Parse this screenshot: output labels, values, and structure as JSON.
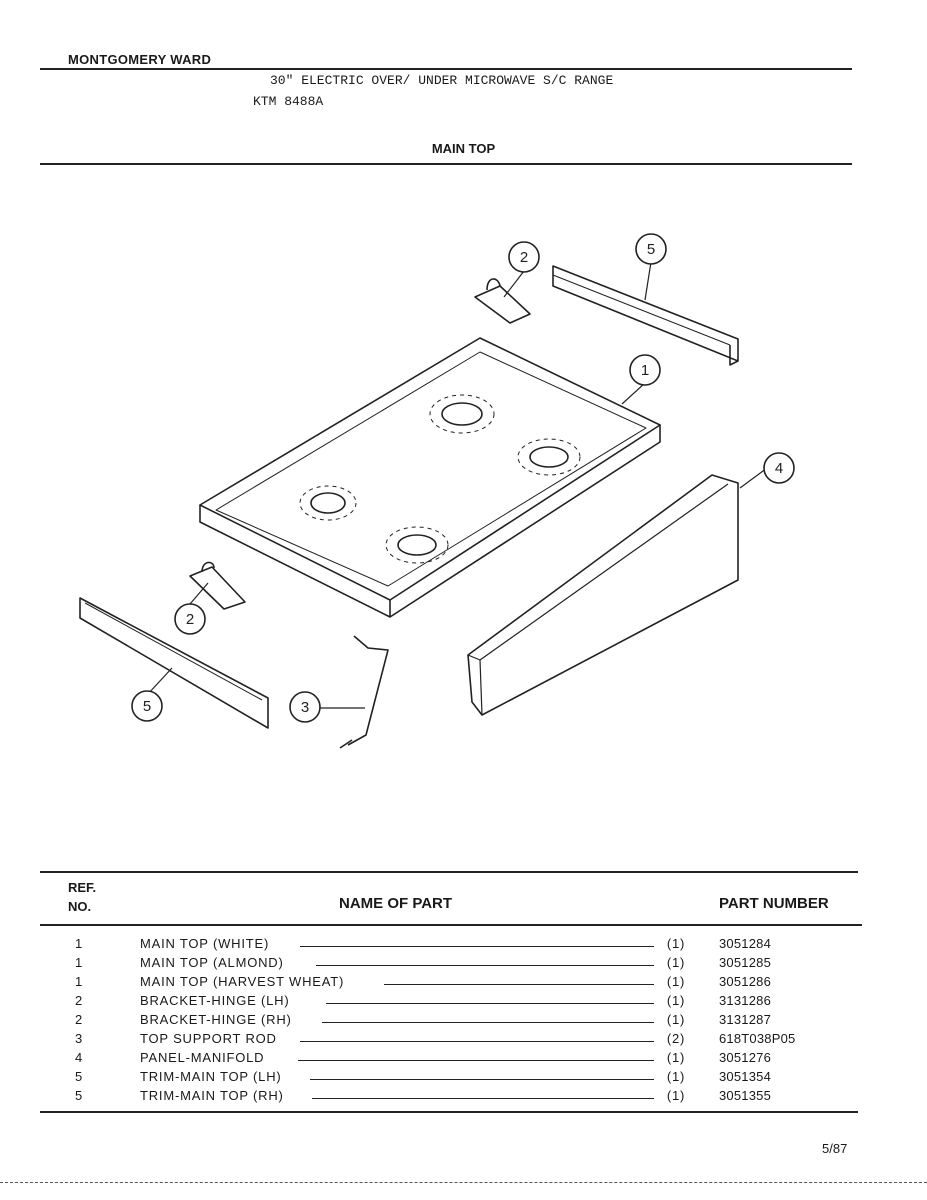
{
  "header": {
    "brand": "MONTGOMERY WARD",
    "model_title": "30\" ELECTRIC OVER/ UNDER MICROWAVE S/C RANGE",
    "model_number": "KTM 8488A",
    "section": "MAIN TOP"
  },
  "diagram": {
    "callouts": [
      "1",
      "2",
      "2",
      "3",
      "4",
      "5",
      "5"
    ]
  },
  "table": {
    "ref_header_line1": "REF.",
    "ref_header_line2": "NO.",
    "name_header": "NAME OF PART",
    "part_number_header": "PART NUMBER",
    "rows": [
      {
        "ref": "1",
        "name": "MAIN TOP (WHITE)",
        "qty": "(1)",
        "part_number": "3051284"
      },
      {
        "ref": "1",
        "name": "MAIN TOP (ALMOND)",
        "qty": "(1)",
        "part_number": "3051285"
      },
      {
        "ref": "1",
        "name": "MAIN TOP (HARVEST WHEAT)",
        "qty": "(1)",
        "part_number": "3051286"
      },
      {
        "ref": "2",
        "name": "BRACKET-HINGE (LH)",
        "qty": "(1)",
        "part_number": "3131286"
      },
      {
        "ref": "2",
        "name": "BRACKET-HINGE (RH)",
        "qty": "(1)",
        "part_number": "3131287"
      },
      {
        "ref": "3",
        "name": "TOP SUPPORT ROD",
        "qty": "(2)",
        "part_number": "618T038P05"
      },
      {
        "ref": "4",
        "name": "PANEL-MANIFOLD",
        "qty": "(1)",
        "part_number": "3051276"
      },
      {
        "ref": "5",
        "name": "TRIM-MAIN TOP (LH)",
        "qty": "(1)",
        "part_number": "3051354"
      },
      {
        "ref": "5",
        "name": "TRIM-MAIN TOP (RH)",
        "qty": "(1)",
        "part_number": "3051355"
      }
    ]
  },
  "footer": {
    "page_number": "5/87"
  }
}
